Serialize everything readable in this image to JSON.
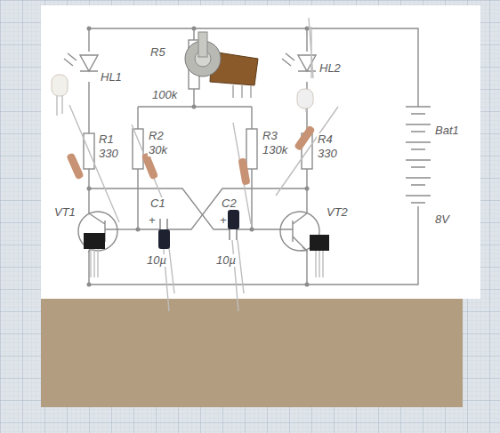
{
  "diagram": {
    "labels": [
      "HL1",
      "R5",
      "100k",
      "HL2",
      "R1",
      "330",
      "R2",
      "30k",
      "R3",
      "130k",
      "R4",
      "330",
      "Bat1",
      "C1",
      "+",
      "C2",
      "+",
      "VT1",
      "VT2",
      "10µ",
      "10µ",
      "8V"
    ]
  }
}
